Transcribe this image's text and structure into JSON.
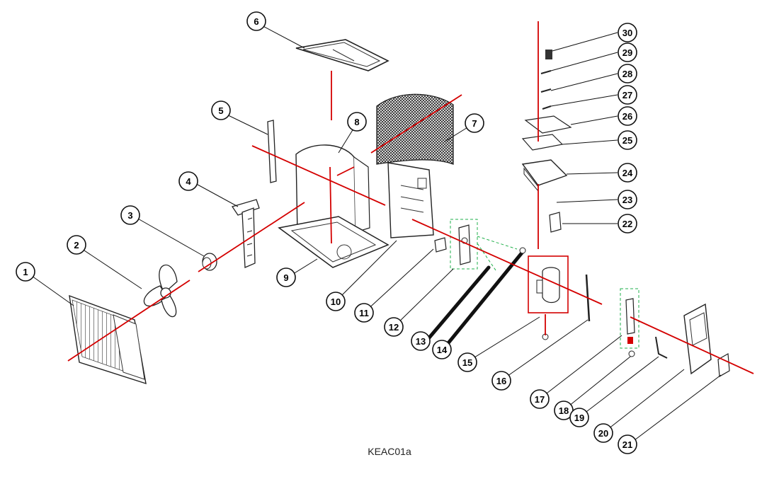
{
  "caption": "KEAC01a",
  "callouts": [
    "1",
    "2",
    "3",
    "4",
    "5",
    "6",
    "7",
    "8",
    "9",
    "10",
    "11",
    "12",
    "13",
    "14",
    "15",
    "16",
    "17",
    "18",
    "19",
    "20",
    "21",
    "22",
    "23",
    "24",
    "25",
    "26",
    "27",
    "28",
    "29",
    "30"
  ],
  "colors": {
    "axis": "#d40000",
    "ink": "#111111",
    "group_box": "#d40000",
    "dashed_group": "#22b14c"
  }
}
